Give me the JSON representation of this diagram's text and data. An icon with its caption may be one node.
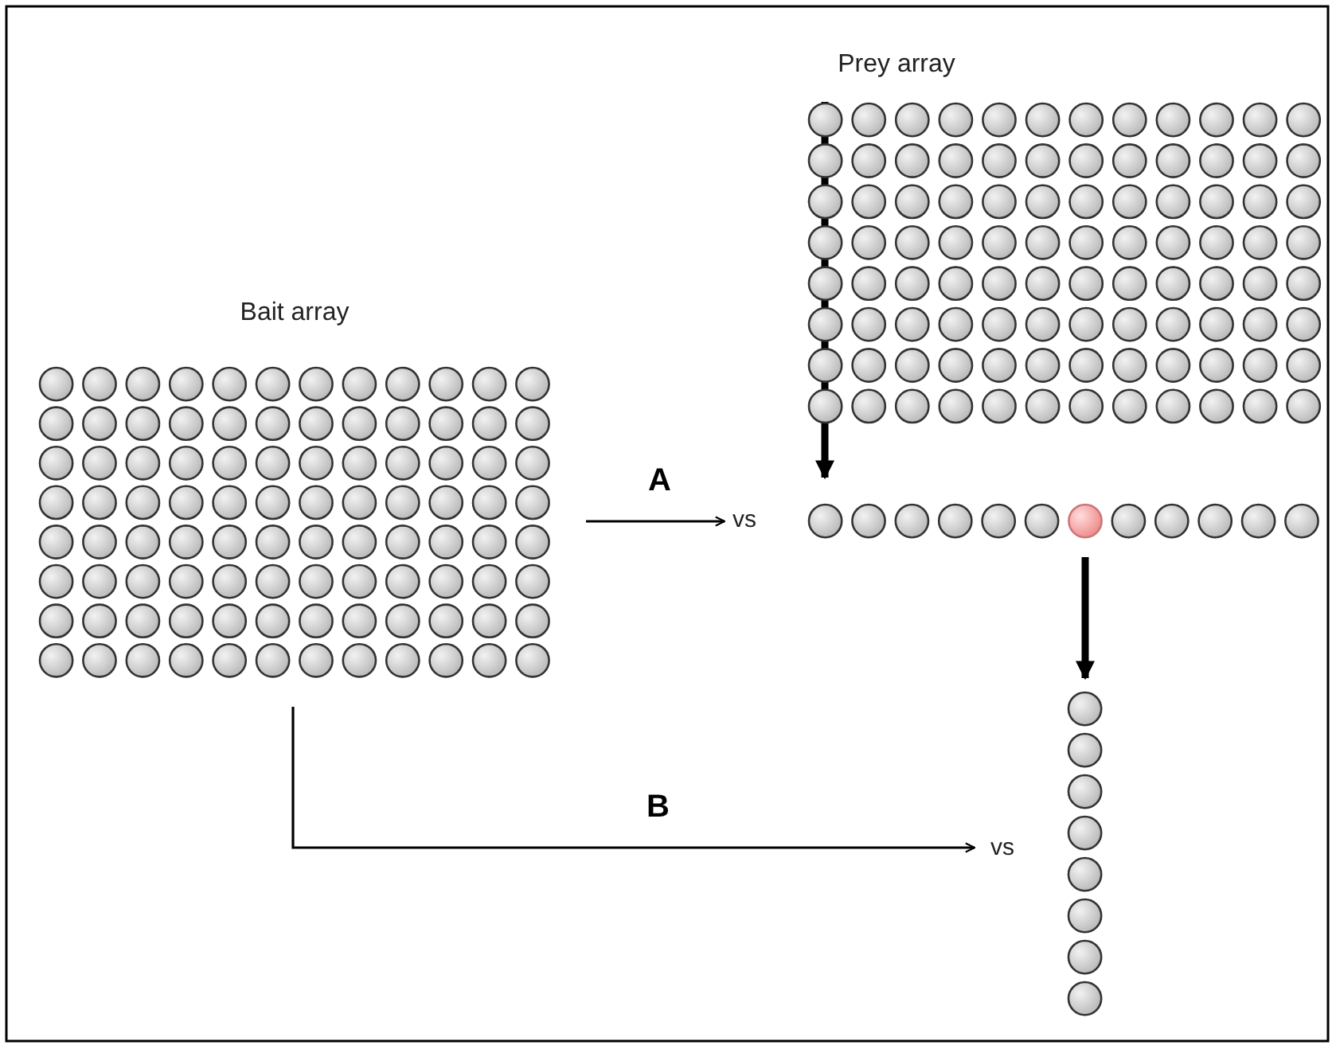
{
  "diagram": {
    "nodes": [
      {
        "text": [
          "Bait array"
        ]
      },
      {
        "text": [
          "Prey array"
        ]
      },
      {
        "text": [
          "vs"
        ]
      },
      {
        "text": [],
        "shape": "picture"
      },
      {
        "text": [
          "vs"
        ]
      },
      {
        "text": [],
        "shape": "picture"
      }
    ],
    "edges": [
      {
        "from": 0,
        "to": 2,
        "arrow": "to",
        "label": "A"
      },
      {
        "from": 0,
        "to": 4,
        "arrow": "to",
        "label": "B"
      },
      {
        "from": 1,
        "to": 3,
        "arrow": "to",
        "style": "thick"
      },
      {
        "from": 3,
        "to": 5,
        "arrow": "to",
        "style": "thick"
      }
    ]
  }
}
